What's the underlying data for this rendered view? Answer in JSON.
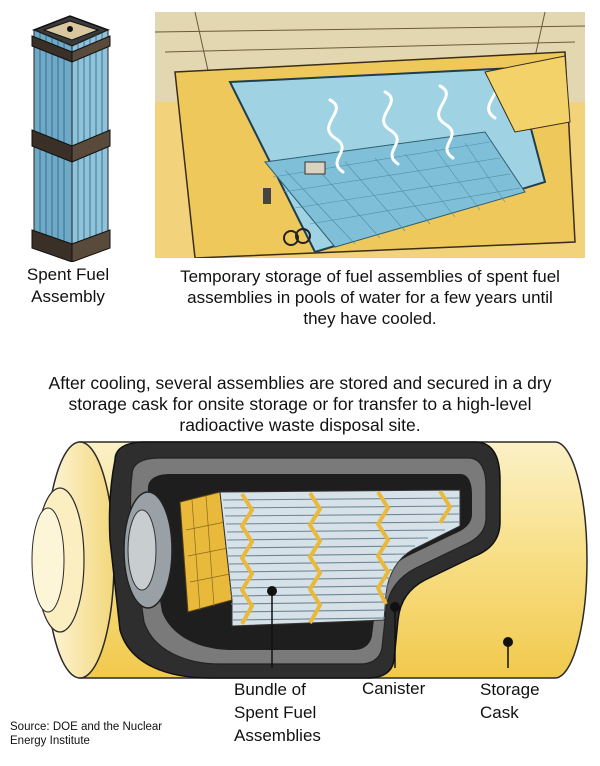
{
  "assembly_label": "Spent Fuel Assembly",
  "pool_caption": "Temporary storage of fuel assemblies of spent fuel assemblies in pools of water for a few years until they have cooled.",
  "cask_caption": "After cooling, several assemblies are stored and secured in a dry storage cask for onsite storage or for transfer to a high-level radioactive waste disposal site.",
  "callouts": {
    "bundle": "Bundle of Spent Fuel Assemblies",
    "canister": "Canister",
    "cask": "Storage Cask"
  },
  "source": "Source: DOE and the Nuclear Energy Institute",
  "colors": {
    "cask_yellow": "#f6d774",
    "cask_light": "#fbeeb8",
    "water": "#a9d8e6",
    "rod_blue": "#7fb6d2",
    "dark": "#2b2b2b",
    "canister_gray": "#6f6f6f"
  }
}
